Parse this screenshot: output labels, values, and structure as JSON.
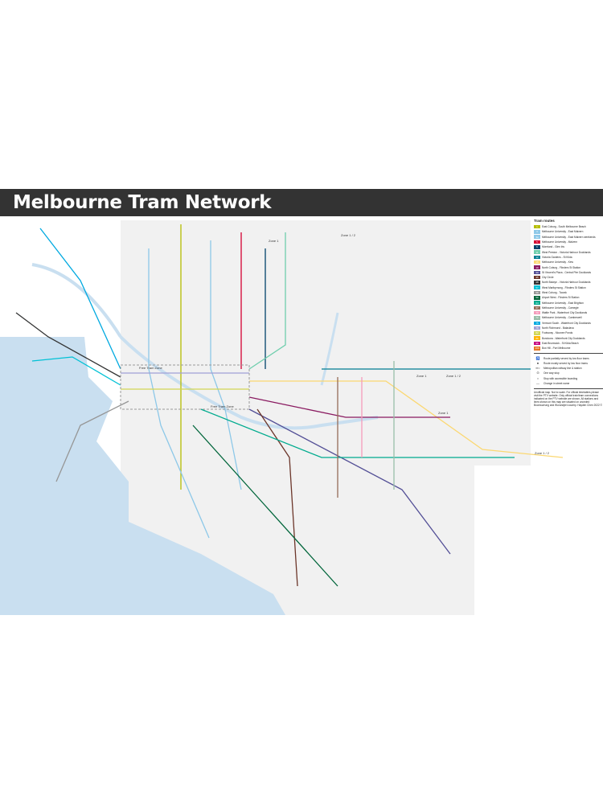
{
  "title": "Melbourne Tram Network",
  "legend": {
    "heading": "Tram routes",
    "routes": [
      {
        "num": "1",
        "name": "East Coburg - South Melbourne Beach",
        "color": "#b5bd00"
      },
      {
        "num": "3",
        "name": "Melbourne University - East Malvern",
        "color": "#8dc8e8"
      },
      {
        "num": "3a",
        "name": "Melbourne University - East Malvern weekends",
        "color": "#8dc8e8"
      },
      {
        "num": "5",
        "name": "Melbourne University - Malvern",
        "color": "#d50032"
      },
      {
        "num": "6",
        "name": "Moreland - Glen Iris",
        "color": "#01426a"
      },
      {
        "num": "11",
        "name": "West Preston - Victoria Harbour Docklands",
        "color": "#6ecead"
      },
      {
        "num": "12",
        "name": "Victoria Gardens - St Kilda",
        "color": "#007e92"
      },
      {
        "num": "16",
        "name": "Melbourne University - Kew",
        "color": "#fbd872"
      },
      {
        "num": "19",
        "name": "North Coburg - Flinders St Station",
        "color": "#8a1b61"
      },
      {
        "num": "30",
        "name": "St Vincent's Plaza - Central Pier Docklands",
        "color": "#534f96"
      },
      {
        "num": "35",
        "name": "City Circle",
        "color": "#6b3529"
      },
      {
        "num": "48",
        "name": "North Balwyn - Victoria Harbour Docklands",
        "color": "#333434"
      },
      {
        "num": "57",
        "name": "West Maribyrnong - Flinders St Station",
        "color": "#00c1d5"
      },
      {
        "num": "58",
        "name": "West Coburg - Toorak",
        "color": "#969696"
      },
      {
        "num": "59",
        "name": "Airport West - Flinders St Station",
        "color": "#00653a"
      },
      {
        "num": "64",
        "name": "Melbourne University - East Brighton",
        "color": "#00ab8e"
      },
      {
        "num": "67",
        "name": "Melbourne University - Carnegie",
        "color": "#956c58"
      },
      {
        "num": "70",
        "name": "Wattle Park - Waterfront City Docklands",
        "color": "#f59bbb"
      },
      {
        "num": "72",
        "name": "Melbourne University - Camberwell",
        "color": "#9abeaa"
      },
      {
        "num": "75",
        "name": "Vermont South - Waterfront City Docklands",
        "color": "#00a9e0"
      },
      {
        "num": "78",
        "name": "North Richmond - Balaclava",
        "color": "#a0a0d6"
      },
      {
        "num": "82",
        "name": "Footscray - Moonee Ponds",
        "color": "#d2d755"
      },
      {
        "num": "86",
        "name": "Bundoora - Waterfront City Docklands",
        "color": "#ffb500"
      },
      {
        "num": "96",
        "name": "East Brunswick - St Kilda Beach",
        "color": "#c6007e"
      },
      {
        "num": "109",
        "name": "Box Hill - Port Melbourne",
        "color": "#e87722"
      }
    ],
    "symbols": [
      {
        "icon": "partial-low-floor-icon",
        "label": "Route partially served by low floor trams"
      },
      {
        "icon": "mostly-low-floor-icon",
        "label": "Route mostly served by low floor trams"
      },
      {
        "icon": "railway-station-icon",
        "label": "Metropolitan railway line & station"
      },
      {
        "icon": "one-way-stop-icon",
        "label": "One way stop"
      },
      {
        "icon": "accessible-stop-icon",
        "label": "Stop with accessible boarding"
      },
      {
        "icon": "street-name-change-icon",
        "label": "Change in street name"
      }
    ],
    "notes": "Unofficial map. Not to scale. For official timetables please visit the PTV website. Only official train/tram connections indicated on the PTV website are shown. All stations and lines shown on this map are situated on unceded Boonwurrung and Wurundjeri country. Hayden Chen 2022 ©"
  },
  "zones": {
    "zone12_top": "Zone 1 / 2",
    "zone1_top": "Zone 1",
    "free_tram_zone": "Free Tram Zone",
    "free_tram_zone_2": "Free Tram Zone",
    "zone1_east": "Zone 1",
    "zone12_east": "Zone 1 / 2",
    "zone1_se": "Zone 1",
    "zone12_far": "Zone 1 / 2"
  },
  "colors": {
    "title_bar": "#333333",
    "water": "#c9dff0",
    "zone_bg": "#f1f1f1"
  }
}
